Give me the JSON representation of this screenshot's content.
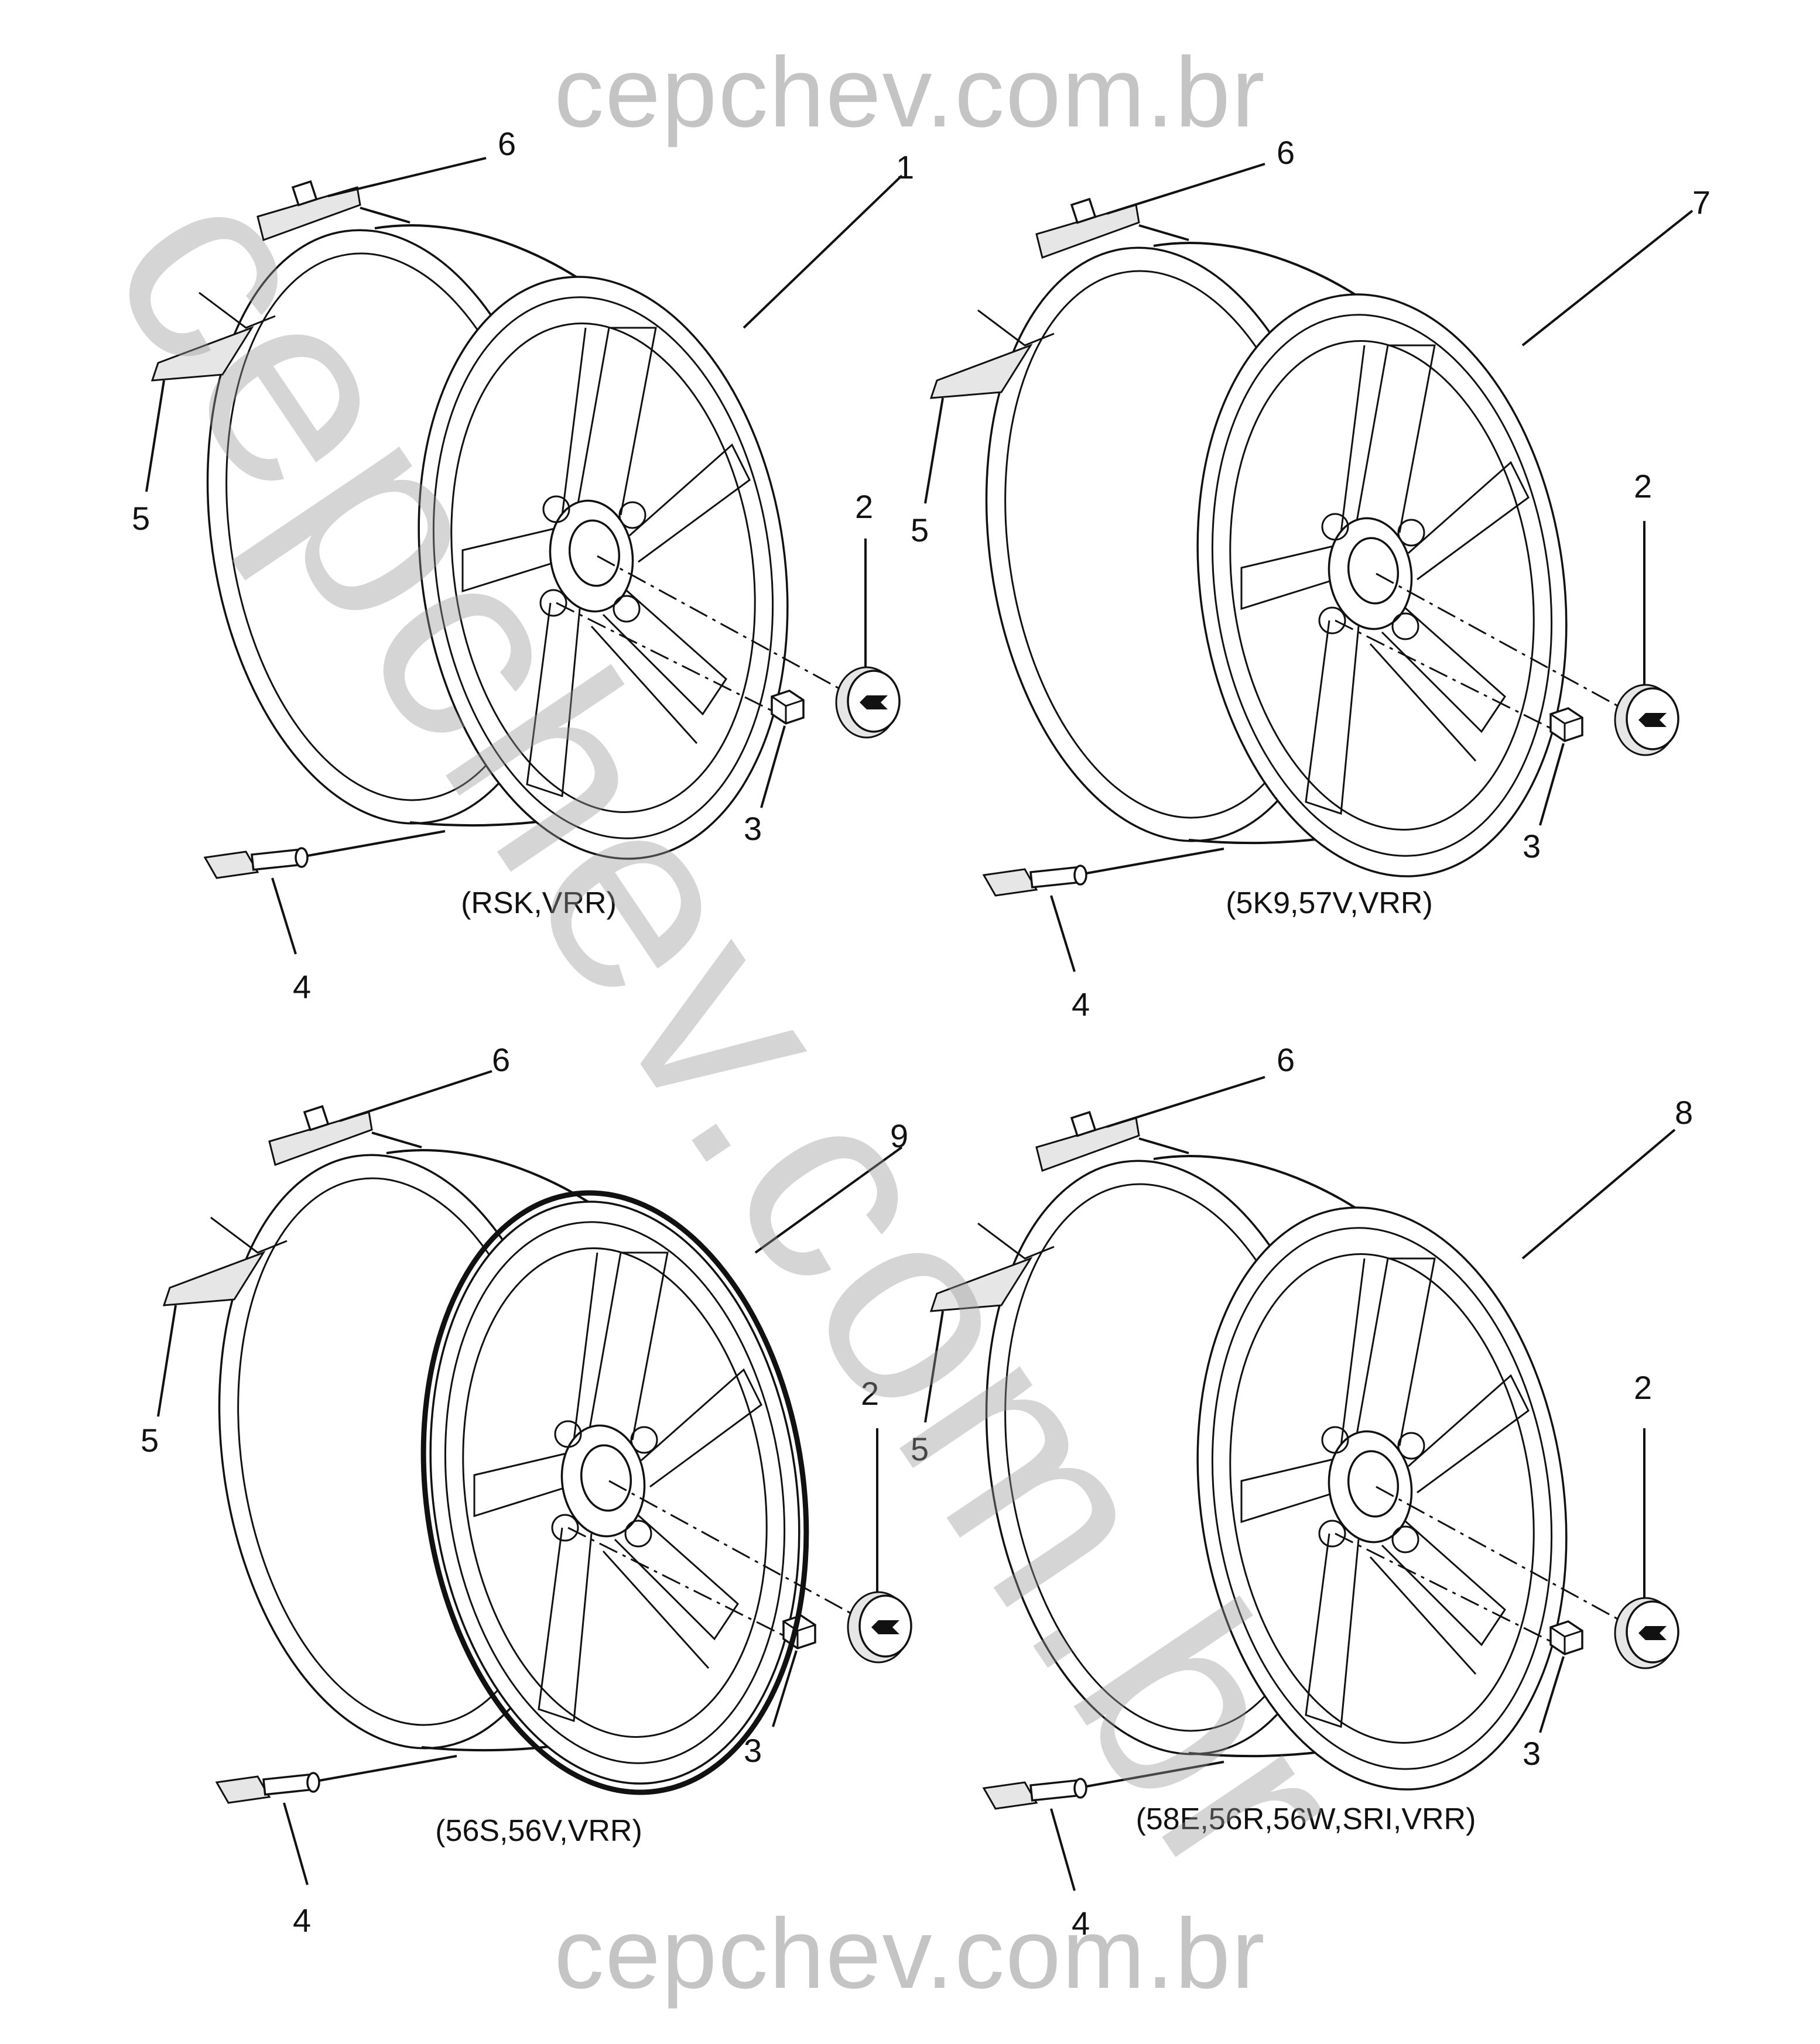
{
  "watermark": {
    "top": "cepchev.com.br",
    "bottom": "cepchev.com.br",
    "diagonal": "cepchev.com.br"
  },
  "panels": [
    {
      "wheel_callout": "1",
      "variant_label": "(RSK,VRR)",
      "callouts": {
        "cap": "2",
        "nut": "3",
        "valve": "4",
        "label": "5",
        "weight": "6"
      }
    },
    {
      "wheel_callout": "7",
      "variant_label": "(5K9,57V,VRR)",
      "callouts": {
        "cap": "2",
        "nut": "3",
        "valve": "4",
        "label": "5",
        "weight": "6"
      }
    },
    {
      "wheel_callout": "9",
      "variant_label": "(56S,56V,VRR)",
      "callouts": {
        "cap": "2",
        "nut": "3",
        "valve": "4",
        "label": "5",
        "weight": "6"
      }
    },
    {
      "wheel_callout": "8",
      "variant_label": "(58E,56R,56W,SRI,VRR)",
      "callouts": {
        "cap": "2",
        "nut": "3",
        "valve": "4",
        "label": "5",
        "weight": "6"
      }
    }
  ],
  "colors": {
    "line": "#111111",
    "watermark": "#c4c4c4"
  }
}
